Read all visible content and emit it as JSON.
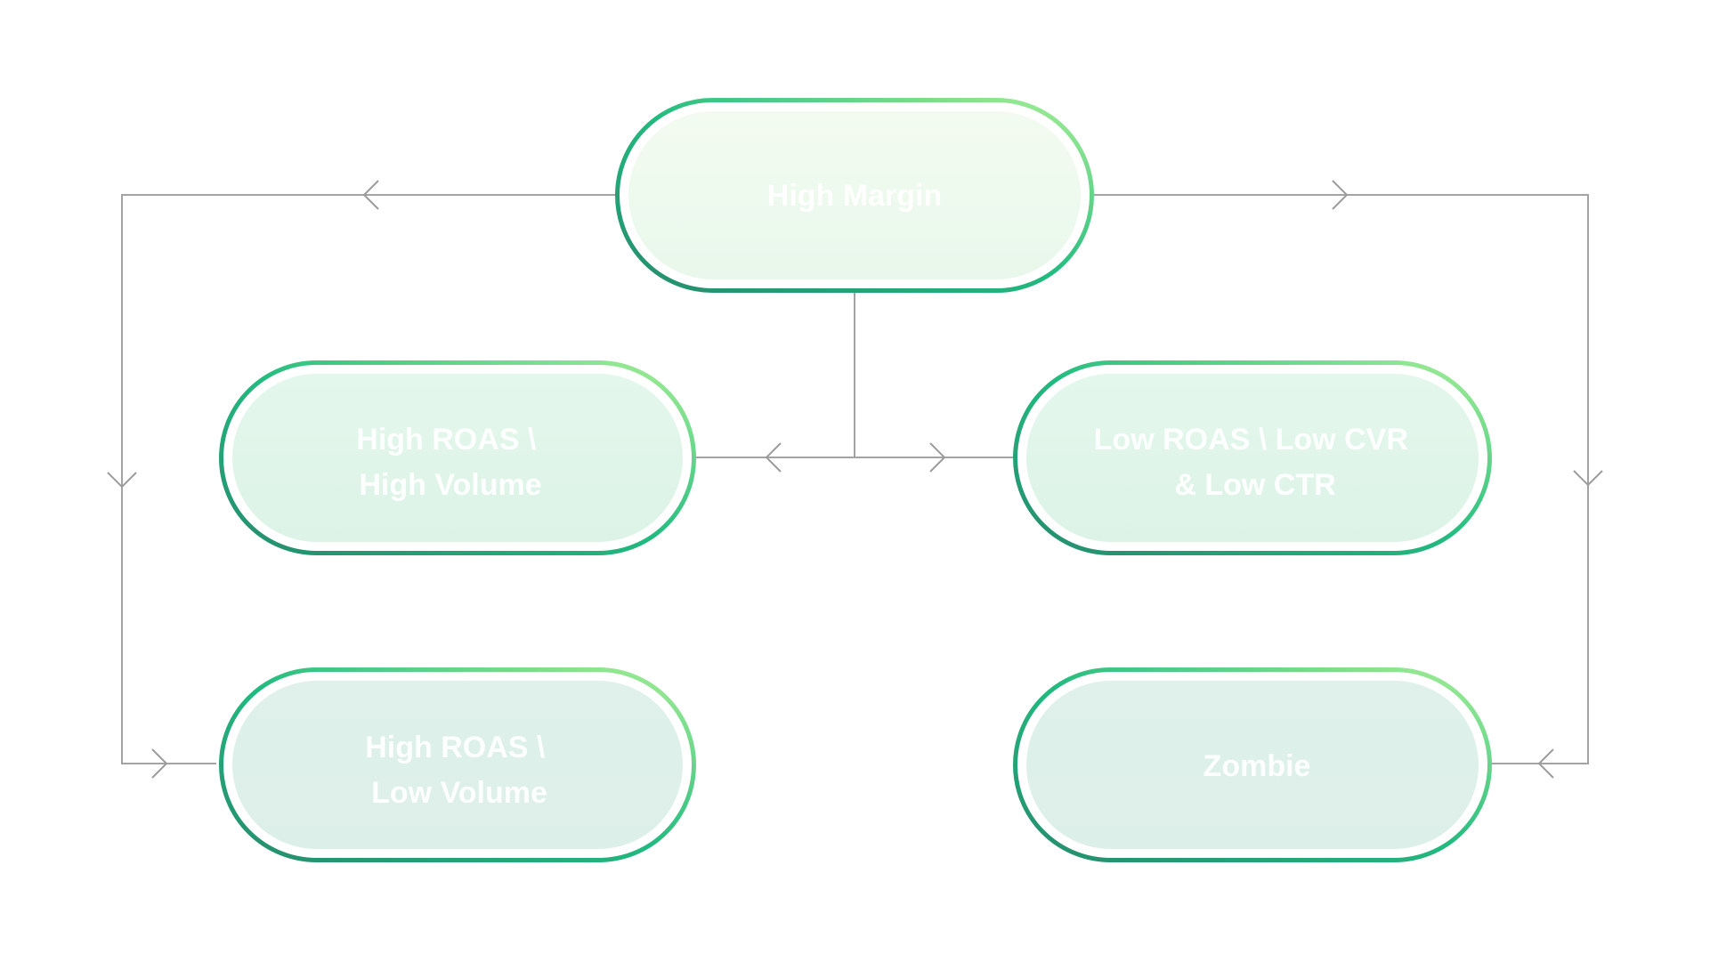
{
  "diagram": {
    "type": "flow",
    "colors": {
      "border_dark": "#268a6d",
      "border_mid": "#22bb80",
      "border_light": "#a8ef95",
      "fill_top_node": [
        "#f3fbf0",
        "#e9f8ec"
      ],
      "fill_mid_nodes": [
        "#e4f7ec",
        "#ddf3e8"
      ],
      "fill_bottom_nodes": [
        "#dff1ea",
        "#ddefe9"
      ],
      "connector": "#a3a3a3",
      "label": "#ffffff"
    },
    "nodes": [
      {
        "id": "high-margin",
        "lines": [
          "High Margin"
        ],
        "row": "top",
        "col": "center"
      },
      {
        "id": "high-roas-high-volume",
        "lines": [
          "High ROAS \\",
          "High Volume"
        ],
        "row": "middle",
        "col": "left"
      },
      {
        "id": "low-roas-low-cvr-low-ctr",
        "lines": [
          "Low ROAS \\ Low CVR",
          "& Low CTR"
        ],
        "row": "middle",
        "col": "right"
      },
      {
        "id": "high-roas-low-volume",
        "lines": [
          "High ROAS \\",
          "Low Volume"
        ],
        "row": "bottom",
        "col": "left"
      },
      {
        "id": "zombie",
        "lines": [
          "Zombie"
        ],
        "row": "bottom",
        "col": "right"
      }
    ],
    "edges": [
      {
        "from": "high-margin",
        "to": "high-roas-high-volume",
        "route": "center-down-then-left"
      },
      {
        "from": "high-margin",
        "to": "low-roas-low-cvr-low-ctr",
        "route": "center-down-then-right"
      },
      {
        "from": "high-margin",
        "to": "high-roas-low-volume",
        "route": "left-side-loop"
      },
      {
        "from": "high-margin",
        "to": "zombie",
        "route": "right-side-loop"
      }
    ]
  }
}
